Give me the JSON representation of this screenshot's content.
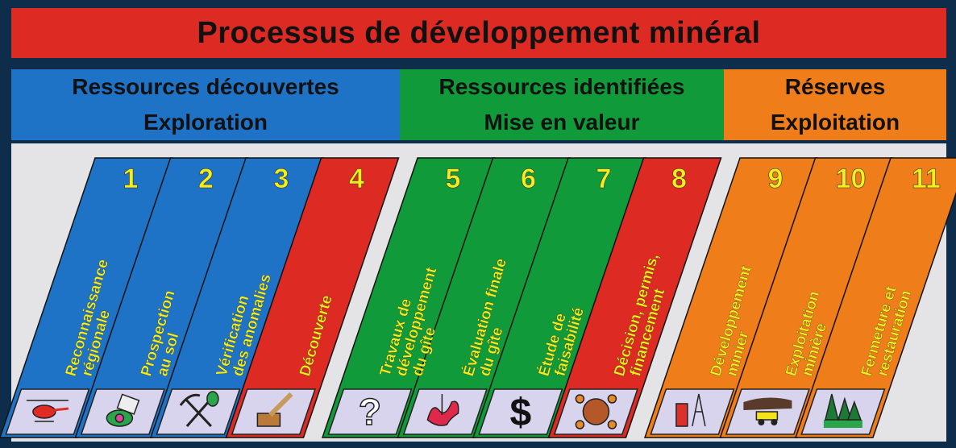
{
  "title": "Processus de développement minéral",
  "colors": {
    "frame": "#0d2d4a",
    "title_bg": "#dd2a22",
    "exploration": "#1e73c6",
    "mise_en_valeur": "#109a3a",
    "exploitation": "#ef7d1a",
    "discovery": "#dd2a22",
    "number_text": "#f4ee1a",
    "board": "#e4e4e6",
    "icon_bg": "#d8d4ee"
  },
  "categories": [
    {
      "resource": "Ressources découvertes",
      "phase": "Exploration"
    },
    {
      "resource": "Ressources identifiées",
      "phase": "Mise en valeur"
    },
    {
      "resource": "Réserves",
      "phase": "Exploitation"
    }
  ],
  "steps": [
    {
      "number": "1",
      "lines": [
        "Reconnaissance",
        "régionale"
      ],
      "color": "blue",
      "icon": "helicopter-icon"
    },
    {
      "number": "2",
      "lines": [
        "Prospection",
        "au sol"
      ],
      "color": "blue",
      "icon": "compass-icon"
    },
    {
      "number": "3",
      "lines": [
        "Vérification",
        "des anomalies"
      ],
      "color": "blue",
      "icon": "pick-shovel-icon"
    },
    {
      "number": "4",
      "lines": [
        "Découverte"
      ],
      "color": "red",
      "icon": "drill-sample-icon"
    },
    {
      "number": "5",
      "lines": [
        "Travaux de",
        "développement",
        "du gîte"
      ],
      "color": "green",
      "icon": "question-mark-icon"
    },
    {
      "number": "6",
      "lines": [
        "Évaluation finale",
        "du gîte"
      ],
      "color": "green",
      "icon": "ore-body-icon"
    },
    {
      "number": "7",
      "lines": [
        "Étude de",
        "faisabilité"
      ],
      "color": "green",
      "icon": "dollar-icon"
    },
    {
      "number": "8",
      "lines": [
        "Décision, permis,",
        "financement"
      ],
      "color": "red",
      "icon": "meeting-table-icon"
    },
    {
      "number": "9",
      "lines": [
        "Développement",
        "minier"
      ],
      "color": "orange",
      "icon": "headframe-icon"
    },
    {
      "number": "10",
      "lines": [
        "Exploitation",
        "minière"
      ],
      "color": "orange",
      "icon": "mining-truck-icon"
    },
    {
      "number": "11",
      "lines": [
        "Fermeture et",
        "restauration"
      ],
      "color": "orange",
      "icon": "trees-icon"
    }
  ]
}
